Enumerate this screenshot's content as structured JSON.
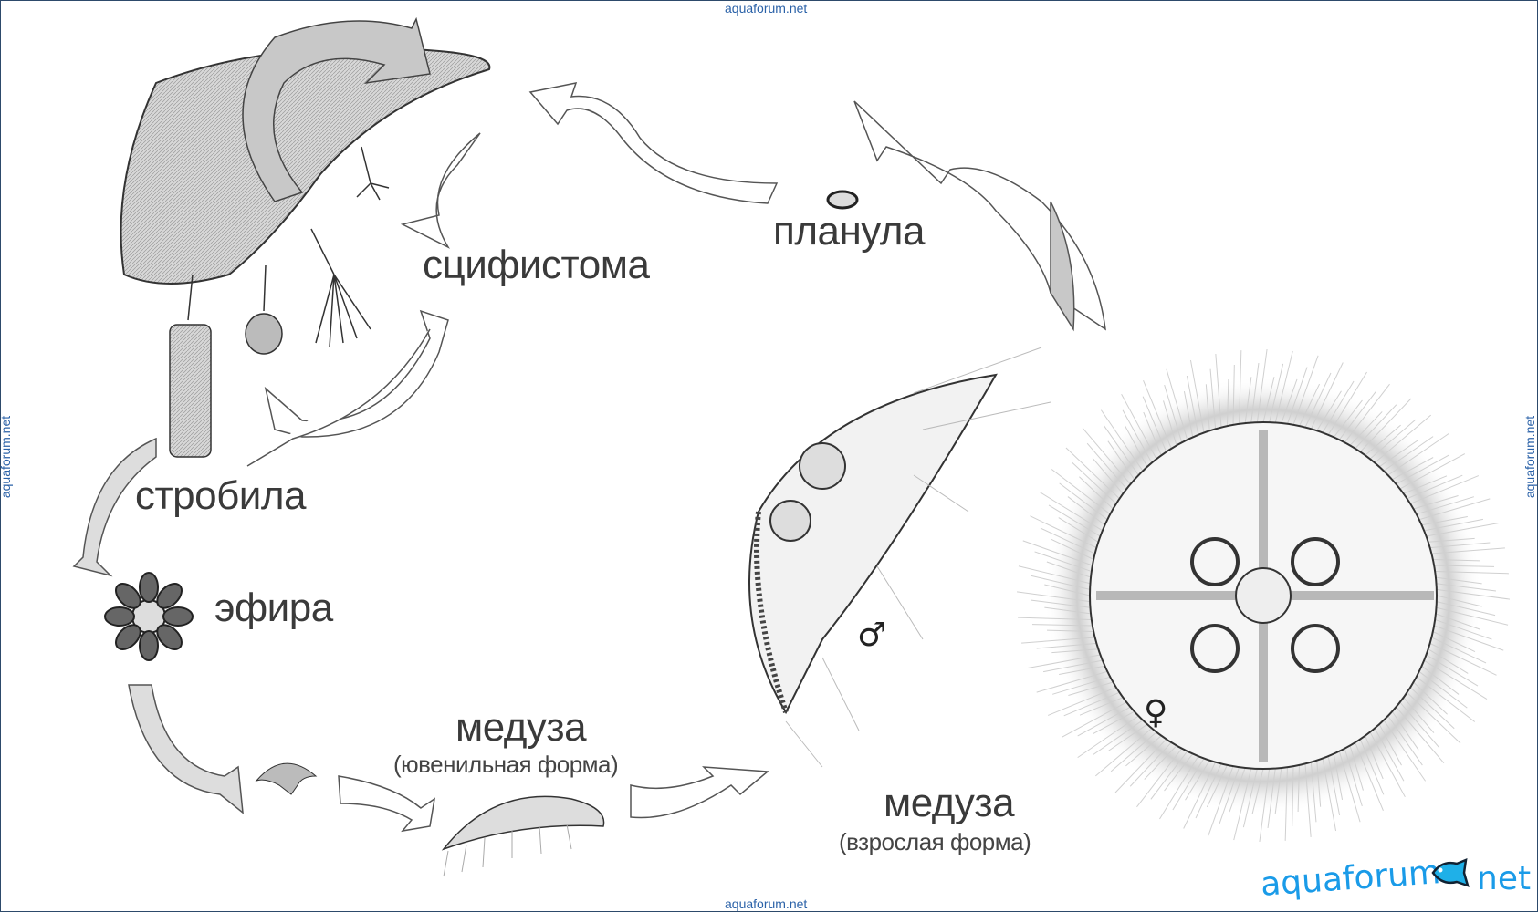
{
  "watermark": "aquaforum.net",
  "labels": {
    "scyphistoma": "сцифистома",
    "planula": "планула",
    "strobila": "стробила",
    "ephyra": "эфира",
    "medusa_juvenile": "медуза",
    "medusa_juvenile_sub": "(ювенильная форма)",
    "medusa_adult": "медуза",
    "medusa_adult_sub": "(взрослая форма)",
    "male_symbol": "♂",
    "female_symbol": "♀"
  },
  "logo": {
    "left": "aquaforum",
    "right": "net",
    "color": "#1a9be8"
  }
}
